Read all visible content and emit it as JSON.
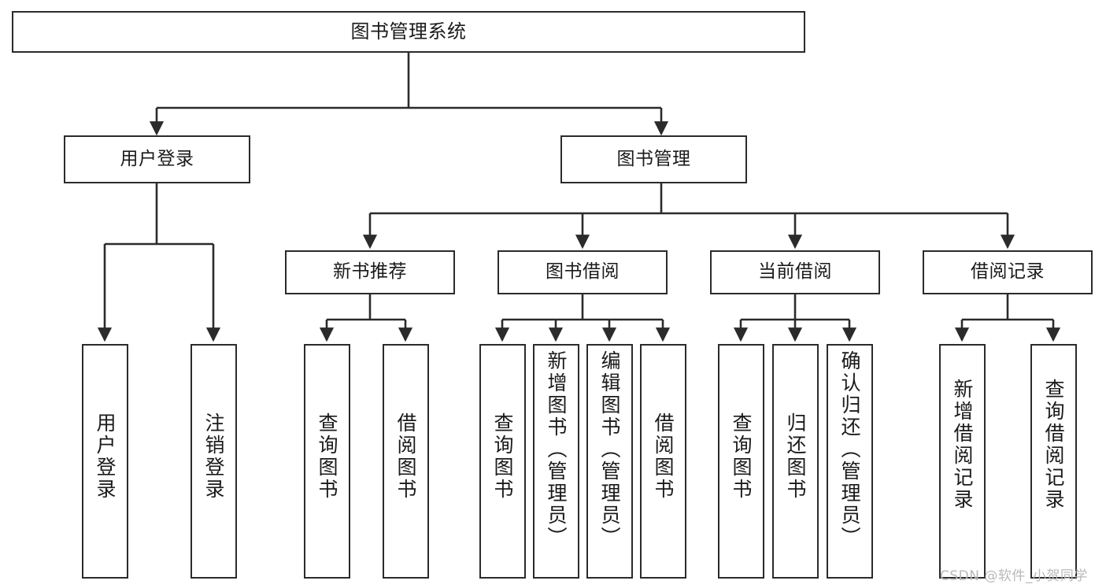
{
  "diagram": {
    "title": "图书管理系统",
    "type": "hierarchy-tree",
    "stroke_color": "#2b2b2b",
    "fill_color": "#ffffff",
    "text_color": "#1a1a1a"
  },
  "nodes": {
    "root": {
      "label": "图书管理系统",
      "level": 0
    },
    "l1": [
      {
        "label": "用户登录",
        "level": 1
      },
      {
        "label": "图书管理",
        "level": 1
      }
    ],
    "l2": [
      {
        "label": "新书推荐",
        "level": 2
      },
      {
        "label": "图书借阅",
        "level": 2
      },
      {
        "label": "当前借阅",
        "level": 2
      },
      {
        "label": "借阅记录",
        "level": 2
      }
    ],
    "leaves": [
      {
        "label": "用户登录",
        "parent": "用户登录"
      },
      {
        "label": "注销登录",
        "parent": "用户登录"
      },
      {
        "label": "查询图书",
        "parent": "新书推荐"
      },
      {
        "label": "借阅图书",
        "parent": "新书推荐"
      },
      {
        "label": "查询图书",
        "parent": "图书借阅"
      },
      {
        "label": "新增图书（管理员）",
        "parent": "图书借阅"
      },
      {
        "label": "编辑图书（管理员）",
        "parent": "图书借阅"
      },
      {
        "label": "借阅图书",
        "parent": "图书借阅"
      },
      {
        "label": "查询图书",
        "parent": "当前借阅"
      },
      {
        "label": "归还图书",
        "parent": "当前借阅"
      },
      {
        "label": "确认归还（管理员）",
        "parent": "当前借阅"
      },
      {
        "label": "新增借阅记录",
        "parent": "借阅记录"
      },
      {
        "label": "查询借阅记录",
        "parent": "借阅记录"
      }
    ]
  },
  "watermark": {
    "text": "CSDN @软件_小贺同学"
  }
}
